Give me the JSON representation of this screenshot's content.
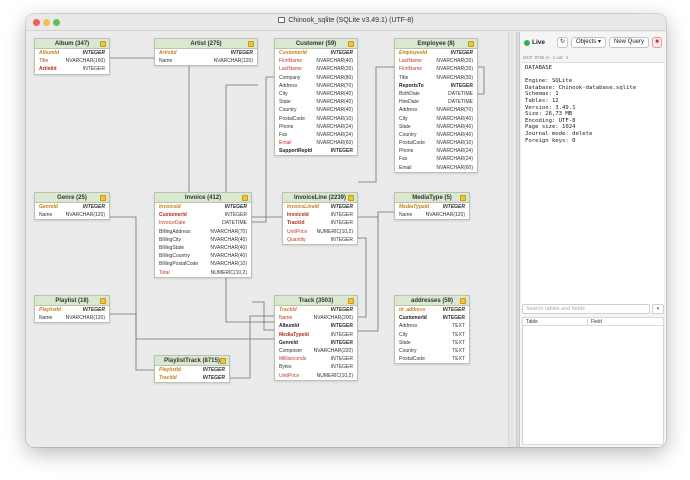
{
  "window": {
    "title": "Chinook_sqlite (SQLite v3.49.1) (UTF-8)"
  },
  "traffic_lights": [
    "#ee5e55",
    "#f6be4f",
    "#5cc452"
  ],
  "tables": [
    {
      "key": "album",
      "name": "Album (347)",
      "columns": [
        {
          "name": "AlbumId",
          "type": "INTEGER",
          "kind": "pk"
        },
        {
          "name": "Title",
          "type": "NVARCHAR(160)",
          "kind": "req"
        },
        {
          "name": "ArtistId",
          "type": "INTEGER",
          "kind": "fk"
        }
      ]
    },
    {
      "key": "artist",
      "name": "Artist (275)",
      "columns": [
        {
          "name": "ArtistId",
          "type": "INTEGER",
          "kind": "pk"
        },
        {
          "name": "Name",
          "type": "NVARCHAR(120)",
          "kind": ""
        }
      ]
    },
    {
      "key": "customer",
      "name": "Customer (59)",
      "columns": [
        {
          "name": "CustomerId",
          "type": "INTEGER",
          "kind": "pk"
        },
        {
          "name": "FirstName",
          "type": "NVARCHAR(40)",
          "kind": "req"
        },
        {
          "name": "LastName",
          "type": "NVARCHAR(20)",
          "kind": "req"
        },
        {
          "name": "Company",
          "type": "NVARCHAR(80)",
          "kind": ""
        },
        {
          "name": "Address",
          "type": "NVARCHAR(70)",
          "kind": ""
        },
        {
          "name": "City",
          "type": "NVARCHAR(40)",
          "kind": ""
        },
        {
          "name": "State",
          "type": "NVARCHAR(40)",
          "kind": ""
        },
        {
          "name": "Country",
          "type": "NVARCHAR(40)",
          "kind": ""
        },
        {
          "name": "PostalCode",
          "type": "NVARCHAR(10)",
          "kind": ""
        },
        {
          "name": "Phone",
          "type": "NVARCHAR(24)",
          "kind": ""
        },
        {
          "name": "Fax",
          "type": "NVARCHAR(24)",
          "kind": ""
        },
        {
          "name": "Email",
          "type": "NVARCHAR(60)",
          "kind": "req"
        },
        {
          "name": "SupportRepId",
          "type": "INTEGER",
          "kind": "bold"
        }
      ]
    },
    {
      "key": "employee",
      "name": "Employee (8)",
      "columns": [
        {
          "name": "EmployeeId",
          "type": "INTEGER",
          "kind": "pk"
        },
        {
          "name": "LastName",
          "type": "NVARCHAR(20)",
          "kind": "req"
        },
        {
          "name": "FirstName",
          "type": "NVARCHAR(20)",
          "kind": "req"
        },
        {
          "name": "Title",
          "type": "NVARCHAR(30)",
          "kind": ""
        },
        {
          "name": "ReportsTo",
          "type": "INTEGER",
          "kind": "bold"
        },
        {
          "name": "BirthDate",
          "type": "DATETIME",
          "kind": ""
        },
        {
          "name": "HireDate",
          "type": "DATETIME",
          "kind": ""
        },
        {
          "name": "Address",
          "type": "NVARCHAR(70)",
          "kind": ""
        },
        {
          "name": "City",
          "type": "NVARCHAR(40)",
          "kind": ""
        },
        {
          "name": "State",
          "type": "NVARCHAR(40)",
          "kind": ""
        },
        {
          "name": "Country",
          "type": "NVARCHAR(40)",
          "kind": ""
        },
        {
          "name": "PostalCode",
          "type": "NVARCHAR(10)",
          "kind": ""
        },
        {
          "name": "Phone",
          "type": "NVARCHAR(24)",
          "kind": ""
        },
        {
          "name": "Fax",
          "type": "NVARCHAR(24)",
          "kind": ""
        },
        {
          "name": "Email",
          "type": "NVARCHAR(60)",
          "kind": ""
        }
      ]
    },
    {
      "key": "genre",
      "name": "Genre (25)",
      "columns": [
        {
          "name": "GenreId",
          "type": "INTEGER",
          "kind": "pk"
        },
        {
          "name": "Name",
          "type": "NVARCHAR(120)",
          "kind": ""
        }
      ]
    },
    {
      "key": "invoice",
      "name": "Invoice (412)",
      "columns": [
        {
          "name": "InvoiceId",
          "type": "INTEGER",
          "kind": "pk"
        },
        {
          "name": "CustomerId",
          "type": "INTEGER",
          "kind": "fk"
        },
        {
          "name": "InvoiceDate",
          "type": "DATETIME",
          "kind": "req"
        },
        {
          "name": "BillingAddress",
          "type": "NVARCHAR(70)",
          "kind": ""
        },
        {
          "name": "BillingCity",
          "type": "NVARCHAR(40)",
          "kind": ""
        },
        {
          "name": "BillingState",
          "type": "NVARCHAR(40)",
          "kind": ""
        },
        {
          "name": "BillingCountry",
          "type": "NVARCHAR(40)",
          "kind": ""
        },
        {
          "name": "BillingPostalCode",
          "type": "NVARCHAR(10)",
          "kind": ""
        },
        {
          "name": "Total",
          "type": "NUMERIC(10,2)",
          "kind": "req"
        }
      ]
    },
    {
      "key": "invoiceline",
      "name": "InvoiceLine (2239)",
      "columns": [
        {
          "name": "InvoiceLineId",
          "type": "INTEGER",
          "kind": "pk"
        },
        {
          "name": "InvoiceId",
          "type": "INTEGER",
          "kind": "fk"
        },
        {
          "name": "TrackId",
          "type": "INTEGER",
          "kind": "fk"
        },
        {
          "name": "UnitPrice",
          "type": "NUMERIC(10,2)",
          "kind": "req"
        },
        {
          "name": "Quantity",
          "type": "INTEGER",
          "kind": "req"
        }
      ]
    },
    {
      "key": "mediatype",
      "name": "MediaType (5)",
      "columns": [
        {
          "name": "MediaTypeId",
          "type": "INTEGER",
          "kind": "pk"
        },
        {
          "name": "Name",
          "type": "NVARCHAR(120)",
          "kind": ""
        }
      ]
    },
    {
      "key": "playlist",
      "name": "Playlist (18)",
      "columns": [
        {
          "name": "PlaylistId",
          "type": "INTEGER",
          "kind": "pk"
        },
        {
          "name": "Name",
          "type": "NVARCHAR(120)",
          "kind": ""
        }
      ]
    },
    {
      "key": "track",
      "name": "Track (3503)",
      "columns": [
        {
          "name": "TrackId",
          "type": "INTEGER",
          "kind": "pk"
        },
        {
          "name": "Name",
          "type": "NVARCHAR(200)",
          "kind": "req"
        },
        {
          "name": "AlbumId",
          "type": "INTEGER",
          "kind": "bold"
        },
        {
          "name": "MediaTypeId",
          "type": "INTEGER",
          "kind": "fk"
        },
        {
          "name": "GenreId",
          "type": "INTEGER",
          "kind": "bold"
        },
        {
          "name": "Composer",
          "type": "NVARCHAR(220)",
          "kind": ""
        },
        {
          "name": "Milliseconds",
          "type": "INTEGER",
          "kind": "req"
        },
        {
          "name": "Bytes",
          "type": "INTEGER",
          "kind": ""
        },
        {
          "name": "UnitPrice",
          "type": "NUMERIC(10,2)",
          "kind": "req"
        }
      ]
    },
    {
      "key": "playlisttrack",
      "name": "PlaylistTrack (8715)",
      "columns": [
        {
          "name": "PlaylistId",
          "type": "INTEGER",
          "kind": "pk"
        },
        {
          "name": "TrackId",
          "type": "INTEGER",
          "kind": "pk"
        }
      ]
    },
    {
      "key": "addresses",
      "name": "addresses (59)",
      "columns": [
        {
          "name": "id_address",
          "type": "INTEGER",
          "kind": "pk"
        },
        {
          "name": "CustomerId",
          "type": "INTEGER",
          "kind": "bold"
        },
        {
          "name": "Address",
          "type": "TEXT",
          "kind": ""
        },
        {
          "name": "City",
          "type": "TEXT",
          "kind": ""
        },
        {
          "name": "State",
          "type": "TEXT",
          "kind": ""
        },
        {
          "name": "Country",
          "type": "TEXT",
          "kind": ""
        },
        {
          "name": "PostalCode",
          "type": "TEXT",
          "kind": ""
        }
      ]
    }
  ],
  "sidebar": {
    "live_label": "Live",
    "refresh_icon": "refresh-icon",
    "objects_label": "Objects",
    "new_query_label": "New Query",
    "mcp_status": "MCP :8765   in: -1   out: -1",
    "info_lines": [
      "DATABASE",
      "",
      "Engine: SQLite",
      "Database: Chinook-database.sqlite",
      "Schemas: 1",
      "Tables: 12",
      "Version: 3.49.1",
      "Size: 26,73 MB",
      "Encoding: UTF-8",
      "Page size: 1024",
      "Journal mode: delete",
      "Foreign keys: 0"
    ],
    "search_placeholder": "Search tables and fields",
    "grid_headers": [
      "Table",
      "Field"
    ]
  }
}
